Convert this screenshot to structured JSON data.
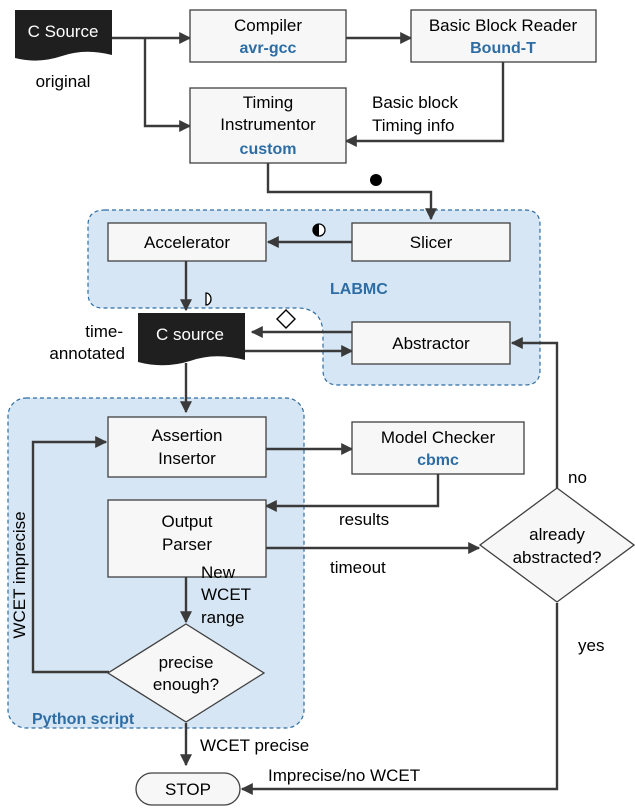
{
  "nodes": {
    "c_source_original": "C Source",
    "compiler": {
      "line1": "Compiler",
      "tool": "avr-gcc"
    },
    "bb_reader": {
      "line1": "Basic Block Reader",
      "tool": "Bound-T"
    },
    "instrumentor": {
      "line1": "Timing",
      "line2": "Instrumentor",
      "tool": "custom"
    },
    "slicer": "Slicer",
    "accelerator": "Accelerator",
    "c_source_annotated": "C source",
    "abstractor": "Abstractor",
    "assertion_insertor": {
      "line1": "Assertion",
      "line2": "Insertor"
    },
    "model_checker": {
      "line1": "Model Checker",
      "tool": "cbmc"
    },
    "output_parser": {
      "line1": "Output",
      "line2": "Parser"
    },
    "precise_enough": {
      "line1": "precise",
      "line2": "enough?"
    },
    "already_abstracted": {
      "line1": "already",
      "line2": "abstracted?"
    },
    "stop": "STOP"
  },
  "regions": {
    "labmc": "LABMC",
    "python": "Python script"
  },
  "labels": {
    "original": "original",
    "time_annotated_1": "time-",
    "time_annotated_2": "annotated",
    "bb_timing_1": "Basic block",
    "bb_timing_2": "Timing info",
    "results": "results",
    "timeout": "timeout",
    "new_wcet_1": "New",
    "new_wcet_2": "WCET",
    "new_wcet_3": "range",
    "wcet_imprecise": "WCET imprecise",
    "wcet_precise": "WCET precise",
    "imprecise_no_wcet": "Imprecise/no WCET",
    "no": "no",
    "yes": "yes"
  },
  "colors": {
    "tool_text": "#2e6da4",
    "region_fill": "#d6e6f4",
    "document_fill": "#1f1f1f"
  }
}
